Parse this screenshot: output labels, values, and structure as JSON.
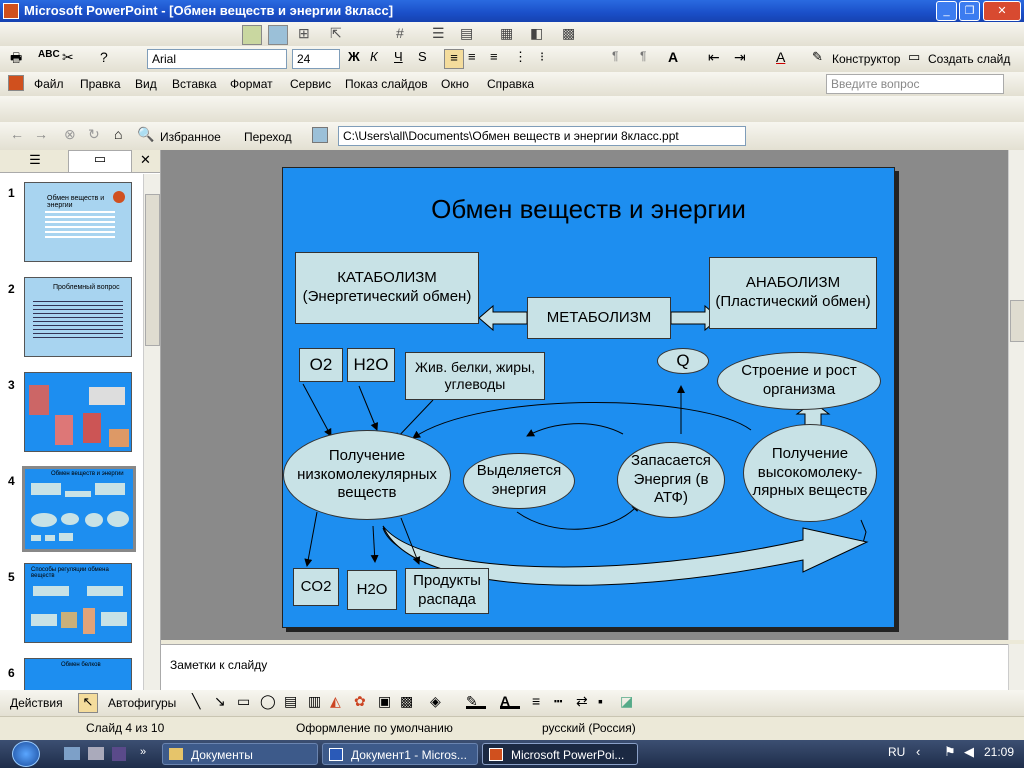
{
  "window": {
    "title": "Microsoft PowerPoint - [Обмен веществ и энергии 8класс]"
  },
  "formatting": {
    "font_name": "Arial",
    "font_size": "24",
    "designer": "Конструктор",
    "new_slide": "Создать слайд"
  },
  "menu": {
    "items": [
      "Файл",
      "Правка",
      "Вид",
      "Вставка",
      "Формат",
      "Сервис",
      "Показ слайдов",
      "Окно",
      "Справка"
    ],
    "help_placeholder": "Введите вопрос"
  },
  "web": {
    "favorites": "Избранное",
    "go": "Переход",
    "path": "C:\\Users\\all\\Documents\\Обмен веществ и энергии 8класс.ppt"
  },
  "thumbnails": [
    {
      "num": "1",
      "title": "Обмен веществ и энергии"
    },
    {
      "num": "2",
      "title": "Проблемный вопрос"
    },
    {
      "num": "3",
      "title": ""
    },
    {
      "num": "4",
      "title": "Обмен веществ и энергии"
    },
    {
      "num": "5",
      "title": "Способы регуляции обмена веществ"
    },
    {
      "num": "6",
      "title": "Обмен белков"
    }
  ],
  "slide": {
    "title": "Обмен веществ и энергии",
    "katabolism": "КАТАБОЛИЗМ (Энергетический обмен)",
    "anabolism": "АНАБОЛИЗМ (Пластический обмен)",
    "metabolism": "МЕТАБОЛИЗМ",
    "o2": "O2",
    "h2o_top": "H2O",
    "food": "Жив. белки, жиры, углеводы",
    "q": "Q",
    "growth": "Строение и рост организма",
    "low_molecular": "Получение низкомолекулярных веществ",
    "energy_release": "Выделяется энергия",
    "energy_store": "Запасается Энергия (в АТФ)",
    "high_molecular": "Получение высокомолеку-лярных веществ",
    "co2": "CO2",
    "h2o_bottom": "H2O",
    "products": "Продукты распада"
  },
  "notes": {
    "placeholder": "Заметки к слайду"
  },
  "drawing": {
    "actions": "Действия",
    "autoshapes": "Автофигуры"
  },
  "status": {
    "slide": "Слайд 4 из 10",
    "design": "Оформление по умолчанию",
    "language": "русский (Россия)"
  },
  "taskbar": {
    "items": [
      "Документы",
      "Документ1 - Micros...",
      "Microsoft PowerPoi..."
    ],
    "lang": "RU",
    "time": "21:09"
  },
  "colors": {
    "slide_bg": "#1d8ef0",
    "shape_fill": "#c8e2e6",
    "titlebar": "#1a4fc8",
    "taskbar": "#1e2d4a"
  }
}
